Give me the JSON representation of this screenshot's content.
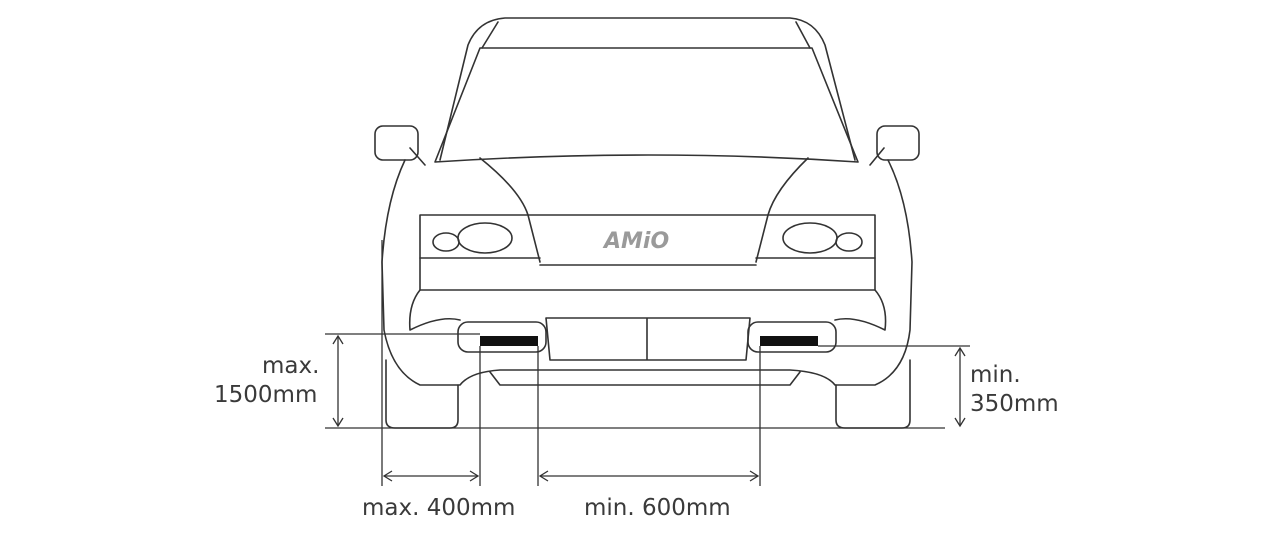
{
  "brand_logo": "AMiO",
  "dimensions": {
    "max_height": {
      "line1": "max.",
      "line2": "1500mm"
    },
    "min_height": {
      "line1": "min.",
      "line2": "350mm"
    },
    "max_side": "max. 400mm",
    "min_between": "min. 600mm"
  },
  "colors": {
    "line": "#333333",
    "lamp": "#111111",
    "logo": "#9a9a9a"
  }
}
